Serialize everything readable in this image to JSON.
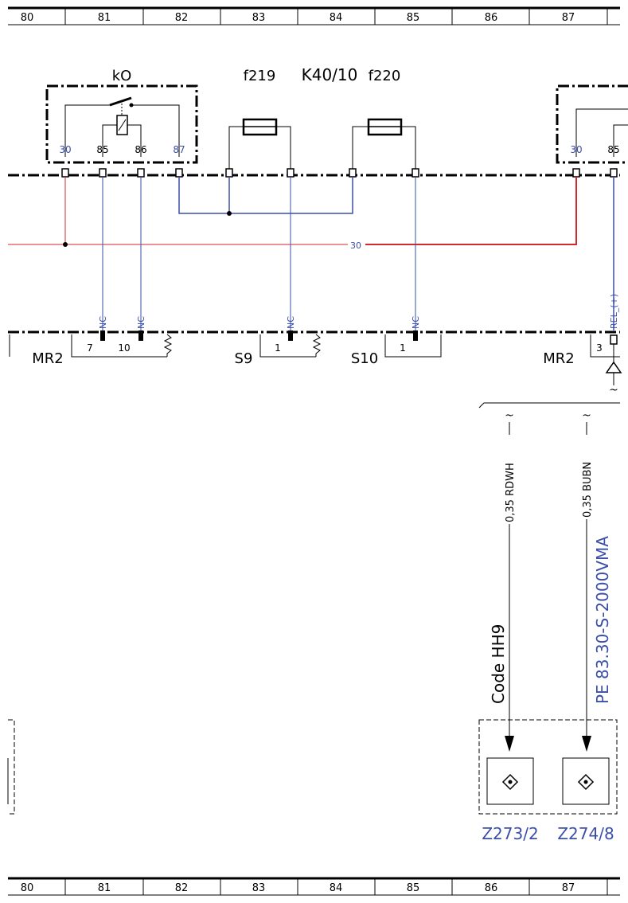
{
  "ruler": [
    "80",
    "81",
    "82",
    "83",
    "84",
    "85",
    "86",
    "87"
  ],
  "components": {
    "relay_ko": {
      "name": "kO",
      "pins": [
        "30",
        "85",
        "86",
        "87"
      ]
    },
    "fuse_f219": {
      "name": "f219"
    },
    "fuse_block": {
      "name": "K40/10"
    },
    "fuse_f220": {
      "name": "f220"
    },
    "right_relay": {
      "pins": [
        "30",
        "85"
      ]
    }
  },
  "wire_30_label": "30",
  "connectors": {
    "mr2_left": {
      "name": "MR2",
      "pins": [
        "7",
        "10"
      ],
      "nc": [
        "NC",
        "NC"
      ]
    },
    "s9": {
      "name": "S9",
      "pins": [
        "1"
      ],
      "nc": [
        "NC"
      ]
    },
    "s10": {
      "name": "S10",
      "pins": [
        "1"
      ],
      "nc": [
        "NC"
      ]
    },
    "mr2_right": {
      "name": "MR2",
      "pins": [
        "3"
      ],
      "signal": "REL_(+)"
    }
  },
  "wires": {
    "rdwh": {
      "label": "0,35 RDWH"
    },
    "bubn": {
      "label": "0,35 BUBN"
    }
  },
  "annotations": {
    "code": "Code HH9",
    "pe": "PE 83.30-S-2000VMA"
  },
  "terminals": [
    {
      "id": "Z273/2"
    },
    {
      "id": "Z274/8"
    }
  ],
  "colors": {
    "red": "#d6272d",
    "blue": "#3b4fa8",
    "black": "#000000"
  }
}
